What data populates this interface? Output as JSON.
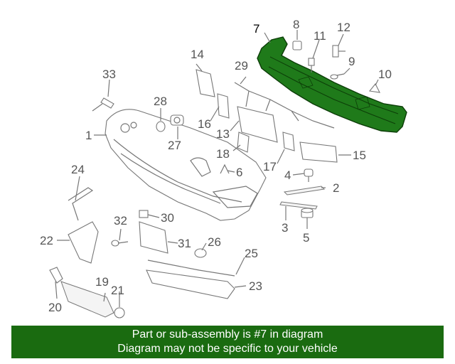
{
  "highlight_color": "#1f7a1a",
  "footer_color": "#1a6b10",
  "callouts": {
    "c1": "1",
    "c2": "2",
    "c3": "3",
    "c4": "4",
    "c5": "5",
    "c6": "6",
    "c7": "7",
    "c8": "8",
    "c9": "9",
    "c10": "10",
    "c11": "11",
    "c12": "12",
    "c13": "13",
    "c14": "14",
    "c15": "15",
    "c16": "16",
    "c17": "17",
    "c18": "18",
    "c19": "19",
    "c20": "20",
    "c21": "21",
    "c22": "22",
    "c23": "23",
    "c24": "24",
    "c25": "25",
    "c26": "26",
    "c27": "27",
    "c28": "28",
    "c29": "29",
    "c30": "30",
    "c31": "31",
    "c32": "32",
    "c33": "33"
  },
  "footer": {
    "line1": "Part or sub-assembly is #7 in diagram",
    "line2": "Diagram may not be specific to your vehicle"
  }
}
